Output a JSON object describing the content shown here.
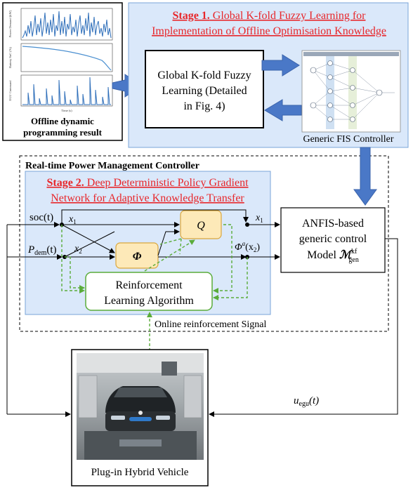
{
  "offline_panel": {
    "title_line1": "Offline dynamic",
    "title_line2": "programming result",
    "chart1_ylabel": "Power Demand (kW)",
    "chart2_ylabel": "Battery SoC (%)",
    "chart3_ylabel": "EGU Command",
    "chart_xlabel": "Time (s)"
  },
  "stage1": {
    "prefix": "Stage 1.",
    "title_line1_rest": " Global K-fold Fuzzy Learning for",
    "title_line2": "Implementation of Offline Optimisation Knowledge",
    "fuzzy_box_line1": "Global K-fold Fuzzy",
    "fuzzy_box_line2": "Learning (Detailed",
    "fuzzy_box_line3": "in Fig. 4)",
    "fis_caption": "Generic FIS Controller"
  },
  "realtime_label": "Real-time Power Management Controller",
  "stage2": {
    "prefix": "Stage 2.",
    "title_line1_rest": " Deep Deterministic Policy Gradient",
    "title_line2": "Network for Adaptive Knowledge Transfer",
    "q_node": "Q",
    "phi_node": "Φ",
    "rl_line1": "Reinforcement",
    "rl_line2": "Learning Algorithm"
  },
  "signals": {
    "soc": "soc(t)",
    "pdem_main": "P",
    "pdem_sub": "dem",
    "pdem_tail": "(t)",
    "x1": "x",
    "x1_sub": "1",
    "x2": "x",
    "x2_sub": "2",
    "x1_out": "x",
    "x1_out_sub": "1",
    "phi_out_main": "Φ",
    "phi_out_sup": "a",
    "phi_out_tail": "(x",
    "phi_out_sub": "2",
    "phi_out_close": ")",
    "online_signal": "Online reinforcement Signal",
    "uegu_main": "u",
    "uegu_sub": "egu",
    "uegu_tail": "(t)"
  },
  "anfis": {
    "line1": "ANFIS-based",
    "line2": "generic control",
    "line3": "Model ",
    "model_symbol": "ℳ",
    "model_sup": "kf",
    "model_sub": "gen"
  },
  "vehicle_caption": "Plug-in Hybrid Vehicle",
  "colors": {
    "stage_red": "#e8262a",
    "panel_blue": "#dae8fa",
    "panel_border": "#7aa4d8",
    "arrow_blue": "#4a78c7",
    "node_fill": "#fde9b8",
    "node_border": "#d9a63c",
    "feedback_green": "#5aac3a"
  }
}
